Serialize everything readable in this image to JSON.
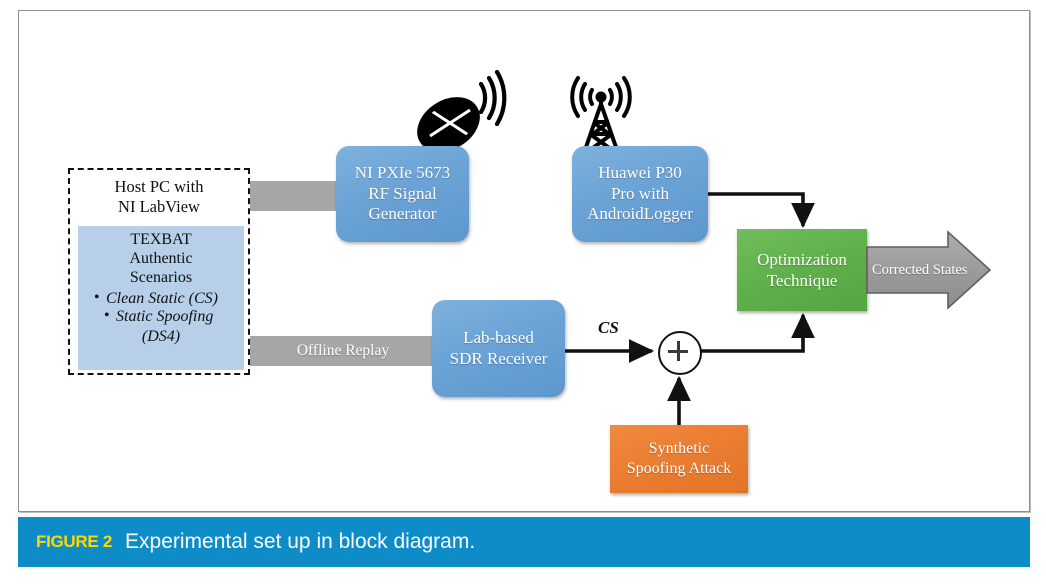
{
  "figure": {
    "caption_label": "FIGURE 2",
    "caption_text": "Experimental set up in block diagram."
  },
  "colors": {
    "caption_band": "#0d8cc8",
    "caption_label": "#ffd900",
    "blue_box": "#6ba3d6",
    "green_box": "#5fb04a",
    "orange_box": "#e97c2f",
    "gray_connector": "#a6a6a6",
    "host_inner": "#b7cfe8",
    "frame_border": "#8e8e90"
  },
  "host_pc": {
    "title_line1": "Host PC with",
    "title_line2": "NI LabView",
    "inner_line1": "TEXBAT",
    "inner_line2": "Authentic",
    "inner_line3": "Scenarios",
    "bullets": [
      "Clean Static (CS)",
      "Static Spoofing"
    ],
    "bullet2_continuation": "(DS4)"
  },
  "nodes": {
    "rf_generator": {
      "line1": "NI PXIe 5673",
      "line2": "RF Signal",
      "line3": "Generator"
    },
    "phone_logger": {
      "line1": "Huawei P30",
      "line2": "Pro with",
      "line3": "AndroidLogger"
    },
    "sdr_receiver": {
      "line1": "Lab-based",
      "line2": "SDR Receiver"
    },
    "optimization": {
      "line1": "Optimization",
      "line2": "Technique"
    },
    "spoofing_attack": {
      "line1": "Synthetic",
      "line2": "Spoofing Attack"
    }
  },
  "connectors": {
    "rf_feed_label": "",
    "offline_replay_label": "Offline Replay",
    "cs_label": "CS",
    "sum_symbol": "+",
    "output_label": "Corrected States"
  },
  "icons": {
    "satellite_dish": "satellite-dish-icon",
    "radio_tower": "radio-tower-icon"
  }
}
